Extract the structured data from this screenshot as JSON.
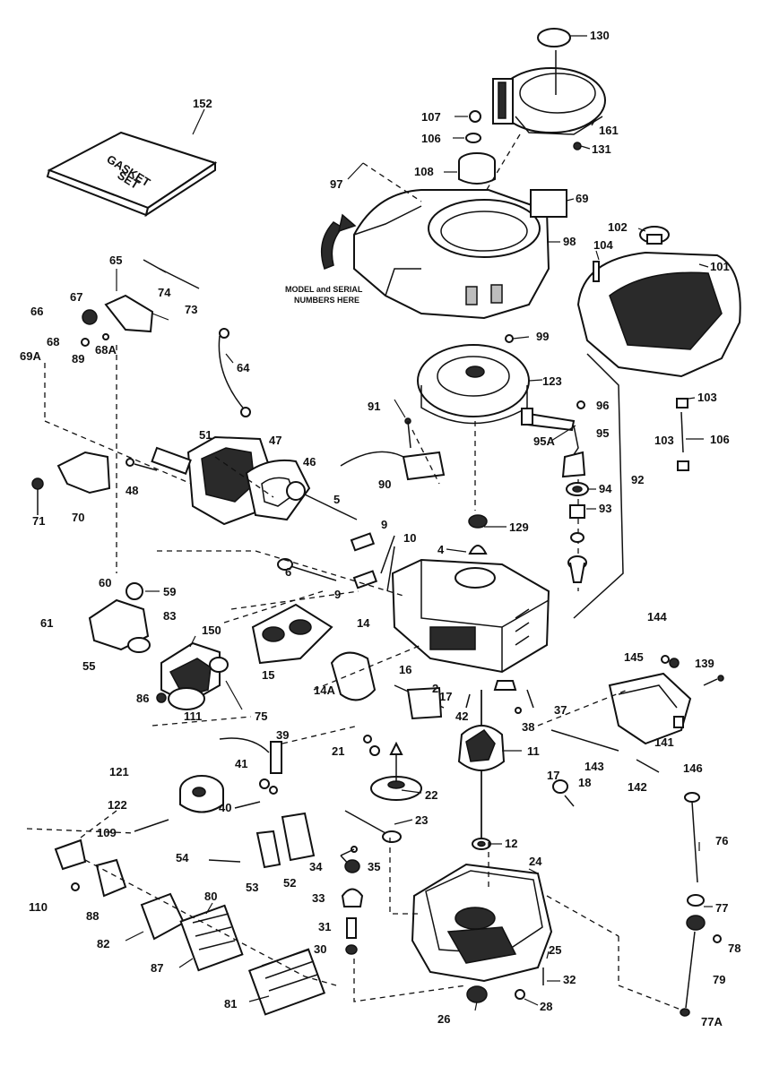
{
  "gasket_kit_text": [
    "GASKET",
    "SET"
  ],
  "note_text": [
    "MODEL and SERIAL",
    "NUMBERS HERE"
  ],
  "labels": [
    {
      "id": "130",
      "text": "130"
    },
    {
      "id": "161",
      "text": "161"
    },
    {
      "id": "131",
      "text": "131"
    },
    {
      "id": "107",
      "text": "107"
    },
    {
      "id": "106a",
      "text": "106"
    },
    {
      "id": "108",
      "text": "108"
    },
    {
      "id": "97",
      "text": "97"
    },
    {
      "id": "69",
      "text": "69"
    },
    {
      "id": "98",
      "text": "98"
    },
    {
      "id": "102",
      "text": "102"
    },
    {
      "id": "104",
      "text": "104"
    },
    {
      "id": "101",
      "text": "101"
    },
    {
      "id": "152",
      "text": "152"
    },
    {
      "id": "65",
      "text": "65"
    },
    {
      "id": "74",
      "text": "74"
    },
    {
      "id": "73",
      "text": "73"
    },
    {
      "id": "67",
      "text": "67"
    },
    {
      "id": "66",
      "text": "66"
    },
    {
      "id": "68",
      "text": "68"
    },
    {
      "id": "69a",
      "text": "69A"
    },
    {
      "id": "89",
      "text": "89"
    },
    {
      "id": "68a",
      "text": "68A"
    },
    {
      "id": "64",
      "text": "64"
    },
    {
      "id": "99",
      "text": "99"
    },
    {
      "id": "123",
      "text": "123"
    },
    {
      "id": "91",
      "text": "91"
    },
    {
      "id": "96",
      "text": "96"
    },
    {
      "id": "95a",
      "text": "95A"
    },
    {
      "id": "95",
      "text": "95"
    },
    {
      "id": "103a",
      "text": "103"
    },
    {
      "id": "103b",
      "text": "103"
    },
    {
      "id": "106b",
      "text": "106"
    },
    {
      "id": "92",
      "text": "92"
    },
    {
      "id": "51",
      "text": "51"
    },
    {
      "id": "47",
      "text": "47"
    },
    {
      "id": "46a",
      "text": "46"
    },
    {
      "id": "48",
      "text": "48"
    },
    {
      "id": "90",
      "text": "90"
    },
    {
      "id": "94",
      "text": "94"
    },
    {
      "id": "93",
      "text": "93"
    },
    {
      "id": "71",
      "text": "71"
    },
    {
      "id": "70",
      "text": "70"
    },
    {
      "id": "5",
      "text": "5"
    },
    {
      "id": "9a",
      "text": "9"
    },
    {
      "id": "10",
      "text": "10"
    },
    {
      "id": "6",
      "text": "6"
    },
    {
      "id": "9b",
      "text": "9"
    },
    {
      "id": "129",
      "text": "129"
    },
    {
      "id": "4",
      "text": "4"
    },
    {
      "id": "60",
      "text": "60"
    },
    {
      "id": "59",
      "text": "59"
    },
    {
      "id": "61",
      "text": "61"
    },
    {
      "id": "83",
      "text": "83"
    },
    {
      "id": "150",
      "text": "150"
    },
    {
      "id": "14",
      "text": "14"
    },
    {
      "id": "55",
      "text": "55"
    },
    {
      "id": "15",
      "text": "15"
    },
    {
      "id": "14a",
      "text": "14A"
    },
    {
      "id": "16",
      "text": "16"
    },
    {
      "id": "86",
      "text": "86"
    },
    {
      "id": "111",
      "text": "111"
    },
    {
      "id": "75",
      "text": "75"
    },
    {
      "id": "39",
      "text": "39"
    },
    {
      "id": "2",
      "text": "2"
    },
    {
      "id": "17a",
      "text": "17"
    },
    {
      "id": "42",
      "text": "42"
    },
    {
      "id": "38",
      "text": "38"
    },
    {
      "id": "37",
      "text": "37"
    },
    {
      "id": "144",
      "text": "144"
    },
    {
      "id": "145",
      "text": "145"
    },
    {
      "id": "139",
      "text": "139"
    },
    {
      "id": "141",
      "text": "141"
    },
    {
      "id": "146",
      "text": "146"
    },
    {
      "id": "143",
      "text": "143"
    },
    {
      "id": "142",
      "text": "142"
    },
    {
      "id": "21",
      "text": "21"
    },
    {
      "id": "11",
      "text": "11"
    },
    {
      "id": "121",
      "text": "121"
    },
    {
      "id": "41",
      "text": "41"
    },
    {
      "id": "40",
      "text": "40"
    },
    {
      "id": "22",
      "text": "22"
    },
    {
      "id": "17b",
      "text": "17"
    },
    {
      "id": "18",
      "text": "18"
    },
    {
      "id": "122",
      "text": "122"
    },
    {
      "id": "23",
      "text": "23"
    },
    {
      "id": "109",
      "text": "109"
    },
    {
      "id": "12",
      "text": "12"
    },
    {
      "id": "76",
      "text": "76"
    },
    {
      "id": "54",
      "text": "54"
    },
    {
      "id": "53",
      "text": "53"
    },
    {
      "id": "52",
      "text": "52"
    },
    {
      "id": "34",
      "text": "34"
    },
    {
      "id": "35",
      "text": "35"
    },
    {
      "id": "24",
      "text": "24"
    },
    {
      "id": "110",
      "text": "110"
    },
    {
      "id": "88",
      "text": "88"
    },
    {
      "id": "80",
      "text": "80"
    },
    {
      "id": "33",
      "text": "33"
    },
    {
      "id": "77",
      "text": "77"
    },
    {
      "id": "82",
      "text": "82"
    },
    {
      "id": "31",
      "text": "31"
    },
    {
      "id": "78",
      "text": "78"
    },
    {
      "id": "87",
      "text": "87"
    },
    {
      "id": "30",
      "text": "30"
    },
    {
      "id": "25",
      "text": "25"
    },
    {
      "id": "79",
      "text": "79"
    },
    {
      "id": "32",
      "text": "32"
    },
    {
      "id": "81",
      "text": "81"
    },
    {
      "id": "26",
      "text": "26"
    },
    {
      "id": "28",
      "text": "28"
    },
    {
      "id": "77a",
      "text": "77A"
    }
  ]
}
